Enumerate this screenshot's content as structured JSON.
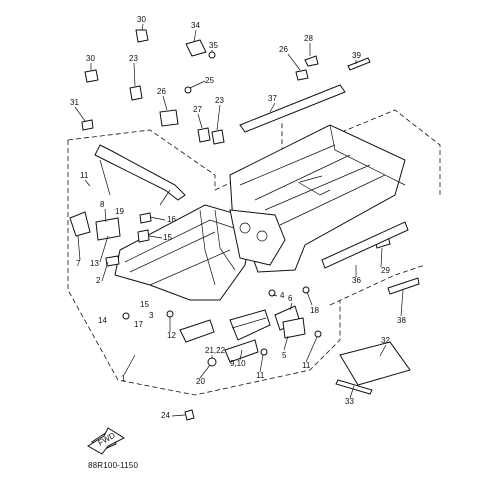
{
  "diagram": {
    "reference_code": "88R100-1150",
    "fwd_label": "FWD",
    "part_numbers": [
      "30",
      "34",
      "35",
      "28",
      "39",
      "30",
      "23",
      "25",
      "26",
      "26",
      "37",
      "31",
      "27",
      "23",
      "11",
      "8",
      "19",
      "16",
      "15",
      "7",
      "13",
      "2",
      "29",
      "36",
      "4",
      "6",
      "18",
      "15",
      "3",
      "17",
      "14",
      "12",
      "38",
      "5",
      "21,22",
      "9,10",
      "11",
      "11",
      "32",
      "1",
      "20",
      "33",
      "24"
    ]
  }
}
